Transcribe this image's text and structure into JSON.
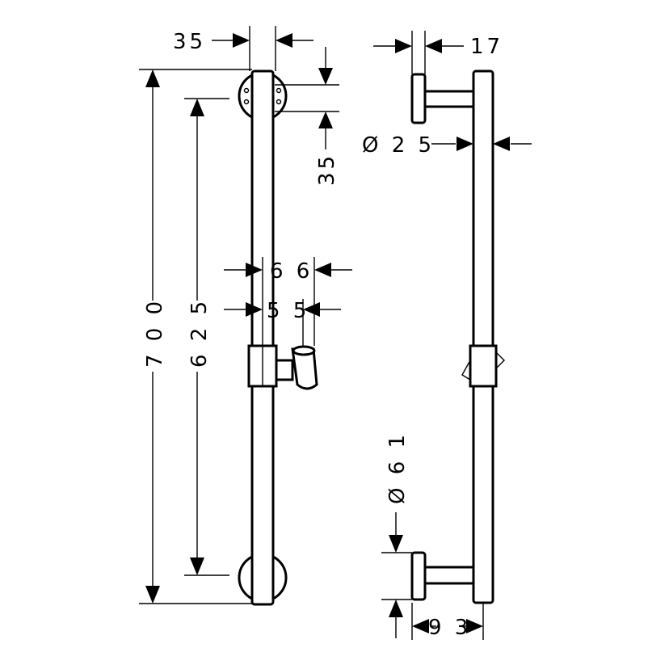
{
  "colors": {
    "ink": "#000000",
    "background": "#ffffff"
  },
  "dimensions": {
    "top_offset": "35",
    "side_offset": "35",
    "width_17": "17",
    "diameter_25": "Ø 2 5",
    "width_66": "6 6",
    "width_55": "5 5",
    "height_700": "7 0 0",
    "height_625": "6 2 5",
    "diameter_61": "Ø 6 1",
    "depth_93": "9 3"
  }
}
